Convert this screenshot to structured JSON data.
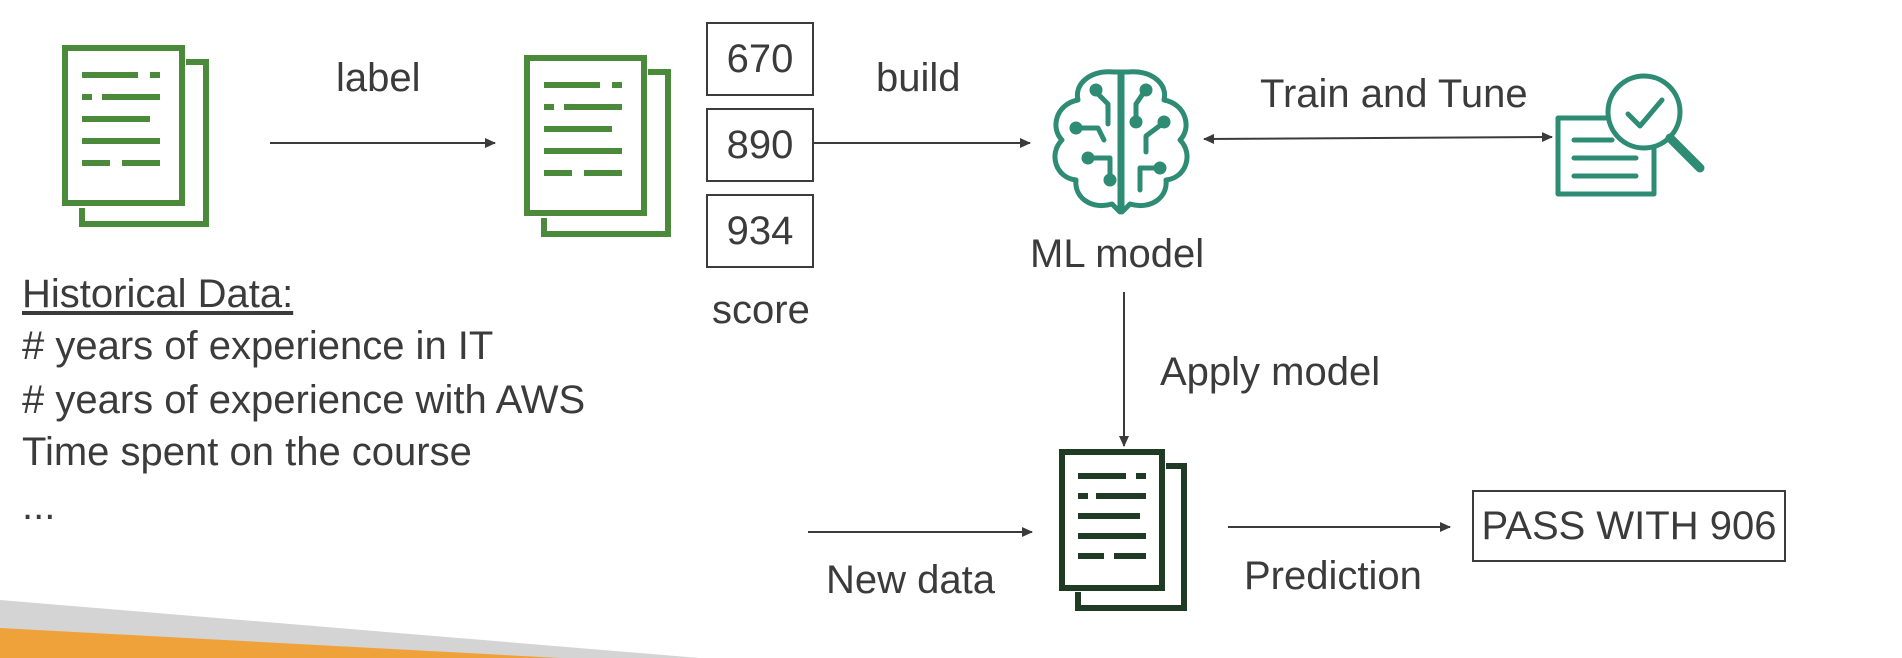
{
  "labels": {
    "label_arrow": "label",
    "build_arrow": "build",
    "train_tune": "Train and Tune",
    "apply_model": "Apply model",
    "new_data": "New data",
    "prediction": "Prediction",
    "ml_model": "ML model",
    "score": "score"
  },
  "historical": {
    "title": "Historical Data:",
    "lines": [
      "# years of experience in IT",
      "# years of experience with AWS",
      "Time spent on the course",
      "..."
    ]
  },
  "scores": [
    "670",
    "890",
    "934"
  ],
  "result": "PASS WITH 906",
  "colors": {
    "green_doc": "#4a8a3a",
    "teal_icon": "#2e8b74",
    "dark_doc": "#1f3b24",
    "text": "#3b3b3b",
    "stripe_gray": "#d4d4d4",
    "stripe_orange": "#f0a23a"
  },
  "icons": {
    "raw_data": "document-stack-icon",
    "labeled_data": "document-stack-icon",
    "ml_model": "brain-circuit-icon",
    "evaluation": "magnifier-check-icon",
    "new_data": "document-stack-icon"
  }
}
